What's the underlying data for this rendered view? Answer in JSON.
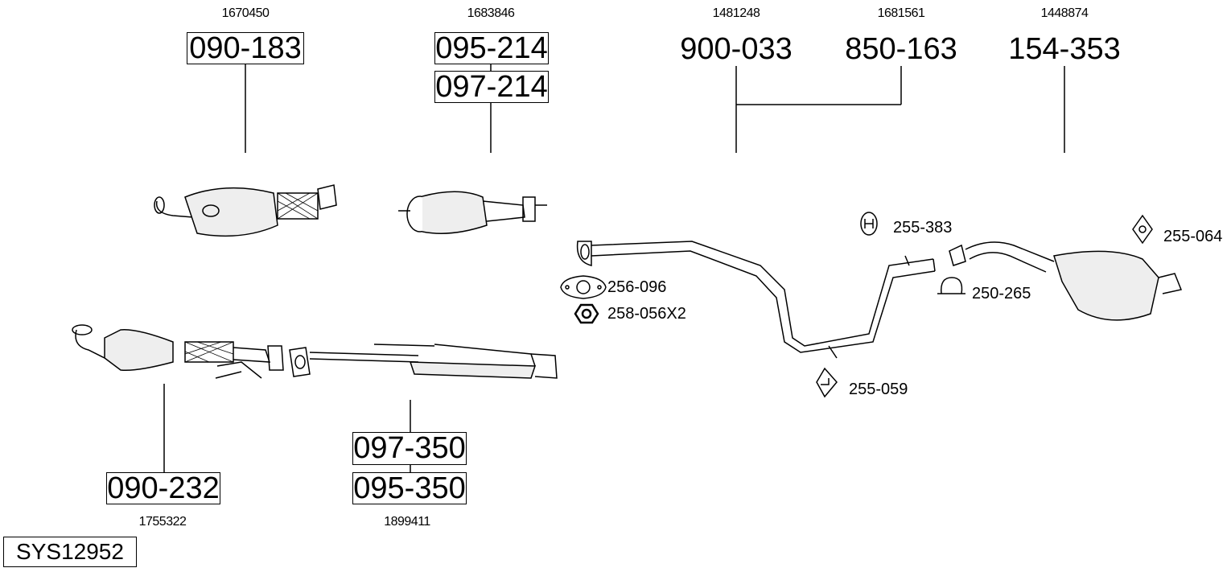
{
  "parts": {
    "cat_front": {
      "ref": "1670450",
      "code": "090-183"
    },
    "dpf": {
      "ref": "1683846",
      "codes": [
        "095-214",
        "097-214"
      ]
    },
    "middle_pipe": {
      "ref": "1481248",
      "code": "900-033"
    },
    "middle_pipe_alt": {
      "ref": "1681561",
      "code": "850-163"
    },
    "rear_silencer": {
      "ref": "1448874",
      "code": "154-353"
    },
    "cat_lower": {
      "ref": "1755322",
      "code": "090-232"
    },
    "front_pipe": {
      "ref": "1899411",
      "codes": [
        "097-350",
        "095-350"
      ]
    }
  },
  "accessories": {
    "gasket": "256-096",
    "nut": "258-056X2",
    "rubber_mount_a": "255-383",
    "clamp": "250-265",
    "rubber_mount_b": "255-064",
    "rubber_mount_c": "255-059"
  },
  "system_id": "SYS12952"
}
